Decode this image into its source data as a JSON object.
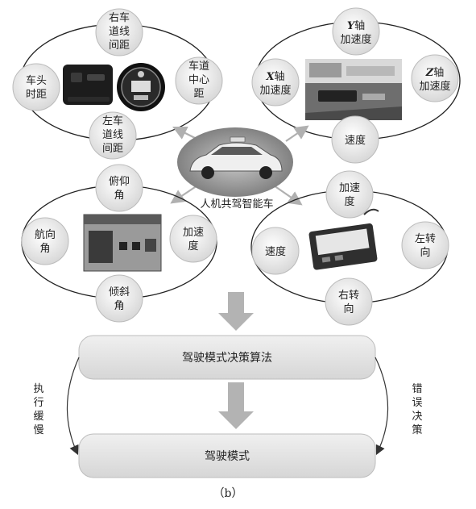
{
  "center": {
    "label": "人机共驾智能车"
  },
  "cluster_tl": {
    "nodes": [
      [
        "右车",
        "道线",
        "间距"
      ],
      [
        "车道",
        "中心",
        "距"
      ],
      [
        "车头",
        "时距"
      ],
      [
        "左车",
        "道线",
        "间距"
      ]
    ]
  },
  "cluster_tr": {
    "y_axis": "Y",
    "y_axis_suffix": "轴",
    "x_axis": "X",
    "x_axis_suffix": "轴",
    "z_axis": "Z",
    "z_axis_suffix": "轴",
    "accel": "加速度",
    "speed": "速度"
  },
  "cluster_bl": {
    "nodes": [
      [
        "俯仰",
        "角"
      ],
      [
        "航向",
        "角"
      ],
      [
        "加速",
        "度"
      ],
      [
        "倾斜",
        "角"
      ]
    ]
  },
  "cluster_br": {
    "nodes": [
      [
        "加速",
        "度"
      ],
      [
        "速度"
      ],
      [
        "左转",
        "向"
      ],
      [
        "右转",
        "向"
      ]
    ]
  },
  "algorithm_box": "驾驶模式决策算法",
  "mode_box": "驾驶模式",
  "left_side": [
    "执",
    "行",
    "缓",
    "慢"
  ],
  "right_side": [
    "错",
    "误",
    "决",
    "策"
  ],
  "caption": "（b）"
}
